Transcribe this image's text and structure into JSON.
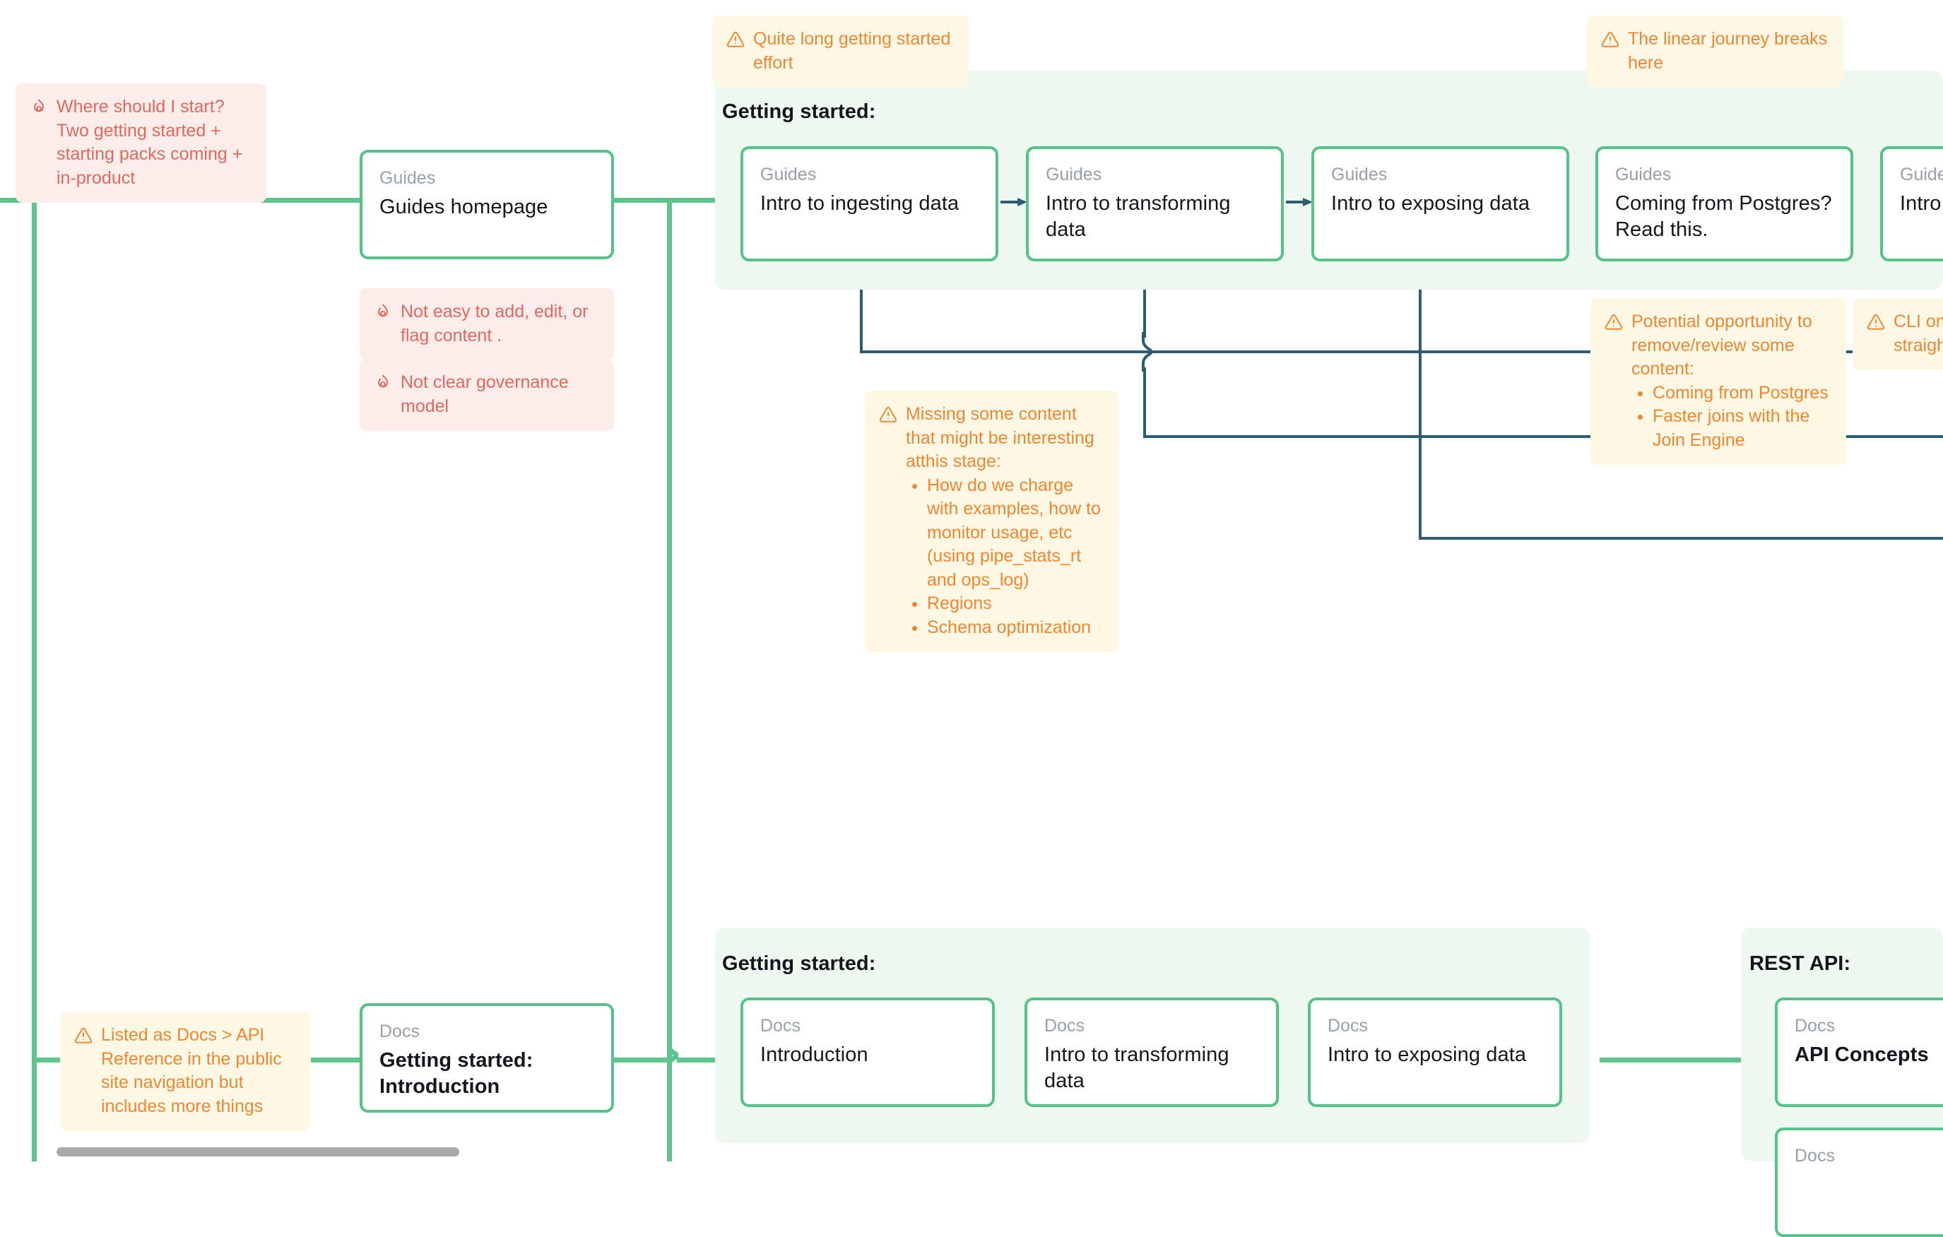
{
  "diagram": {
    "groups": [
      {
        "id": "guides-getting-started",
        "title": "Getting started:"
      },
      {
        "id": "docs-getting-started",
        "title": "Getting started:"
      },
      {
        "id": "docs-rest-api",
        "title": "REST API:"
      }
    ],
    "nodes": [
      {
        "id": "guides-homepage",
        "kicker": "Guides",
        "title": "Guides homepage"
      },
      {
        "id": "intro-ingesting",
        "kicker": "Guides",
        "title": "Intro to ingesting data"
      },
      {
        "id": "intro-transforming",
        "kicker": "Guides",
        "title": "Intro to transforming data"
      },
      {
        "id": "intro-exposing",
        "kicker": "Guides",
        "title": "Intro to exposing data"
      },
      {
        "id": "coming-from-postgres",
        "kicker": "Guides",
        "title": "Coming from Postgres? Read this."
      },
      {
        "id": "intro-clipped",
        "kicker": "Guides",
        "title": "Intro to"
      },
      {
        "id": "docs-getting-started-intro",
        "kicker": "Docs",
        "title": "Getting started: Introduction"
      },
      {
        "id": "docs-introduction",
        "kicker": "Docs",
        "title": "Introduction"
      },
      {
        "id": "docs-intro-transforming",
        "kicker": "Docs",
        "title": "Intro to transforming data"
      },
      {
        "id": "docs-intro-exposing",
        "kicker": "Docs",
        "title": "Intro to exposing data"
      },
      {
        "id": "docs-api-concepts",
        "kicker": "Docs",
        "title": "API Concepts"
      },
      {
        "id": "docs-rest-api-second",
        "kicker": "Docs",
        "title": ""
      }
    ],
    "notes": [
      {
        "id": "where-should-i-start",
        "kind": "risk",
        "icon": "fire-icon",
        "text": "Where should I start? Two getting started + starting packs coming + in-product",
        "bullets": []
      },
      {
        "id": "quite-long-getting-started",
        "kind": "warn",
        "icon": "warning-triangle-icon",
        "text": "Quite long getting started effort",
        "bullets": []
      },
      {
        "id": "linear-journey-breaks",
        "kind": "warn",
        "icon": "warning-triangle-icon",
        "text": "The linear journey breaks here",
        "bullets": []
      },
      {
        "id": "not-easy-to-add-edit",
        "kind": "risk",
        "icon": "fire-icon",
        "text": "Not easy to add, edit, or flag content .",
        "bullets": []
      },
      {
        "id": "not-clear-governance",
        "kind": "risk",
        "icon": "fire-icon",
        "text": "Not clear governance model",
        "bullets": []
      },
      {
        "id": "missing-some-content",
        "kind": "warn",
        "icon": "warning-triangle-icon",
        "text": "Missing some content that might be interesting atthis stage:",
        "bullets": [
          "How do we charge with examples, how to monitor usage, etc (using pipe_stats_rt and ops_log)",
          "Regions",
          "Schema optimization"
        ]
      },
      {
        "id": "potential-opportunity-remove",
        "kind": "warn",
        "icon": "warning-triangle-icon",
        "text": "Potential opportunity to remove/review some content:",
        "bullets": [
          "Coming from Postgres",
          "Faster joins with the Join Engine"
        ]
      },
      {
        "id": "cli-onboarding",
        "kind": "warn",
        "icon": "warning-triangle-icon",
        "text": "CLI onboa and flow straightfo",
        "bullets": []
      },
      {
        "id": "listed-as-docs-api-reference",
        "kind": "warn",
        "icon": "warning-triangle-icon",
        "text": "Listed as Docs > API Reference in the public site navigation but includes more things",
        "bullets": []
      }
    ],
    "colors": {
      "node_border": "#55C288",
      "group_background": "#EDF8F1",
      "connector_green": "#5CC58E",
      "connector_dark": "#2F5D70",
      "warn_text": "#ED8733",
      "warn_background": "#FDF8E3",
      "risk_text": "#E0695F",
      "risk_background": "#FCEDEA",
      "kicker_text": "#9AA0AB",
      "title_text": "#15171F",
      "scrollbar": "#A8A8A8"
    }
  }
}
